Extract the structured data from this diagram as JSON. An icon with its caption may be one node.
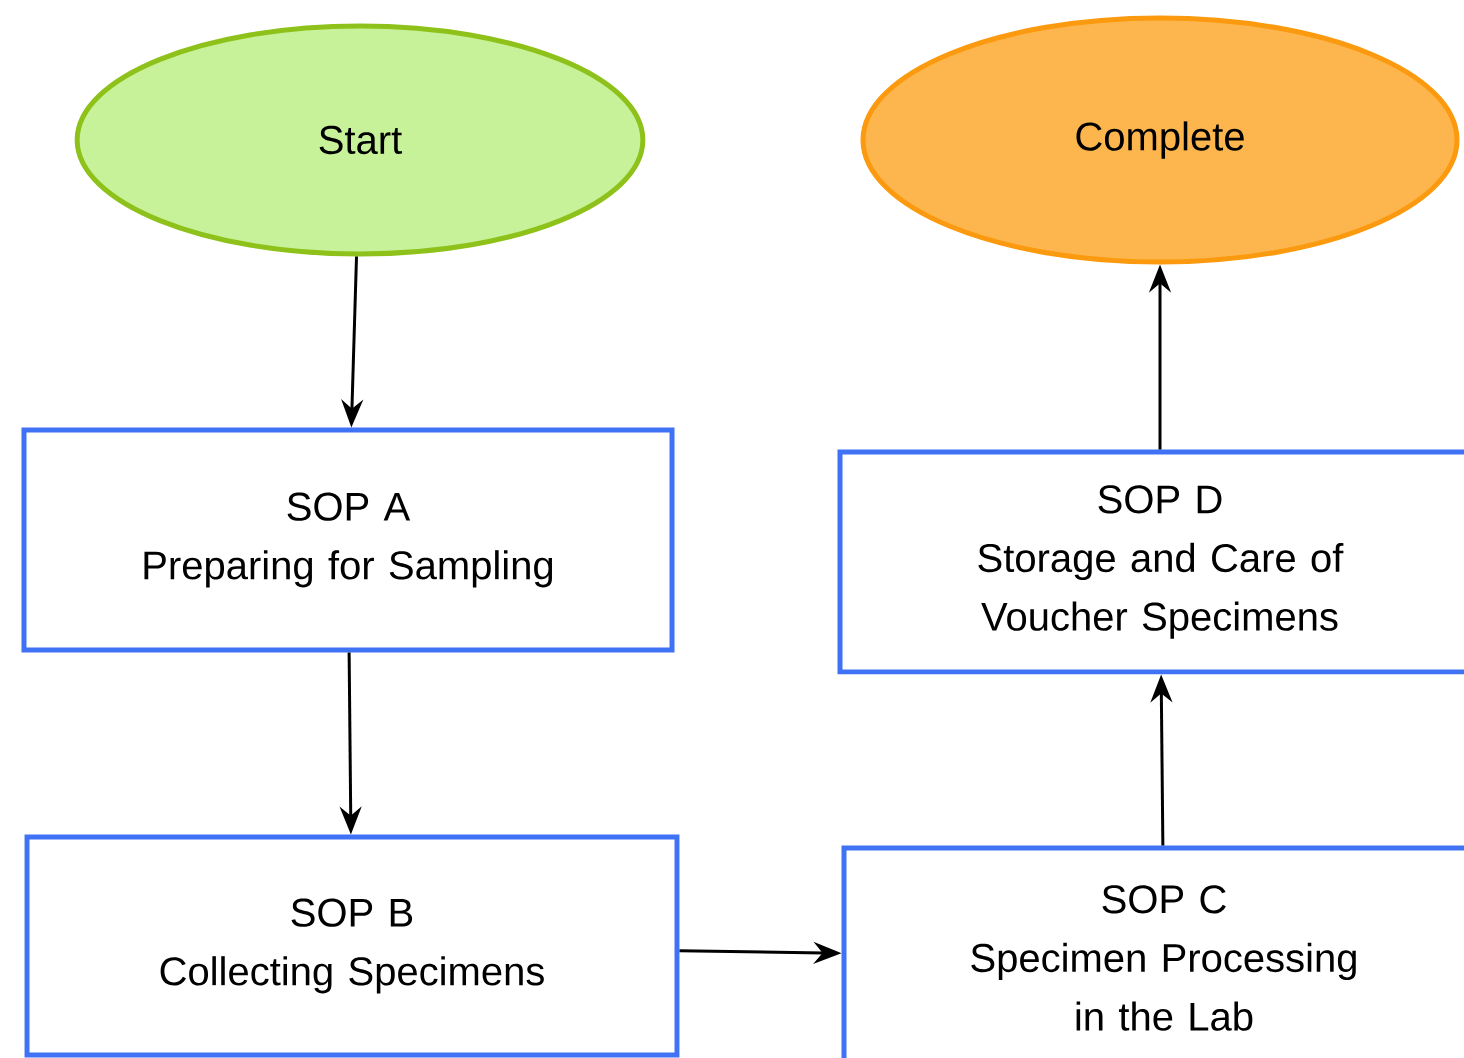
{
  "diagram": {
    "nodes": [
      {
        "text": [
          "Start"
        ]
      },
      {
        "text": [
          "Complete"
        ]
      },
      {
        "text": [
          "SOP A",
          "Preparing for Sampling"
        ]
      },
      {
        "text": [
          "SOP B",
          "Collecting Specimens"
        ]
      },
      {
        "text": [
          "SOP C",
          "Specimen Processing in the Lab"
        ]
      },
      {
        "text": [
          "SOP D",
          "Storage and Care of Voucher Specimens"
        ]
      }
    ],
    "edges": [
      {
        "from": 0,
        "to": 2,
        "arrow": "to"
      },
      {
        "from": 2,
        "to": 3,
        "arrow": "to"
      },
      {
        "from": 3,
        "to": 4,
        "arrow": "to"
      },
      {
        "from": 4,
        "to": 5,
        "arrow": "to"
      },
      {
        "from": 5,
        "to": 1,
        "arrow": "to"
      }
    ]
  }
}
